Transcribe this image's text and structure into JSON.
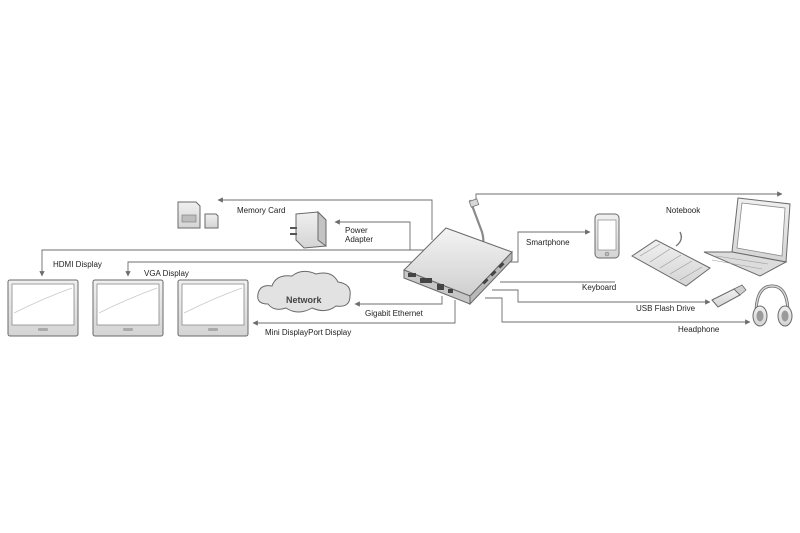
{
  "labels": {
    "memory_card": "Memory Card",
    "power_adapter_1": "Power",
    "power_adapter_2": "Adapter",
    "notebook": "Notebook",
    "smartphone": "Smartphone",
    "hdmi_display": "HDMI Display",
    "vga_display": "VGA Display",
    "network": "Network",
    "gigabit_ethernet": "Gigabit Ethernet",
    "keyboard": "Keyboard",
    "usb_flash_drive": "USB Flash Drive",
    "mini_displayport_display": "Mini DisplayPort Display",
    "headphone": "Headphone"
  },
  "colors": {
    "line": "#6d6d6d",
    "device_fill": "#e4e4e4",
    "device_stroke": "#6a6a6a",
    "screen": "#ffffff",
    "text": "#222222"
  }
}
